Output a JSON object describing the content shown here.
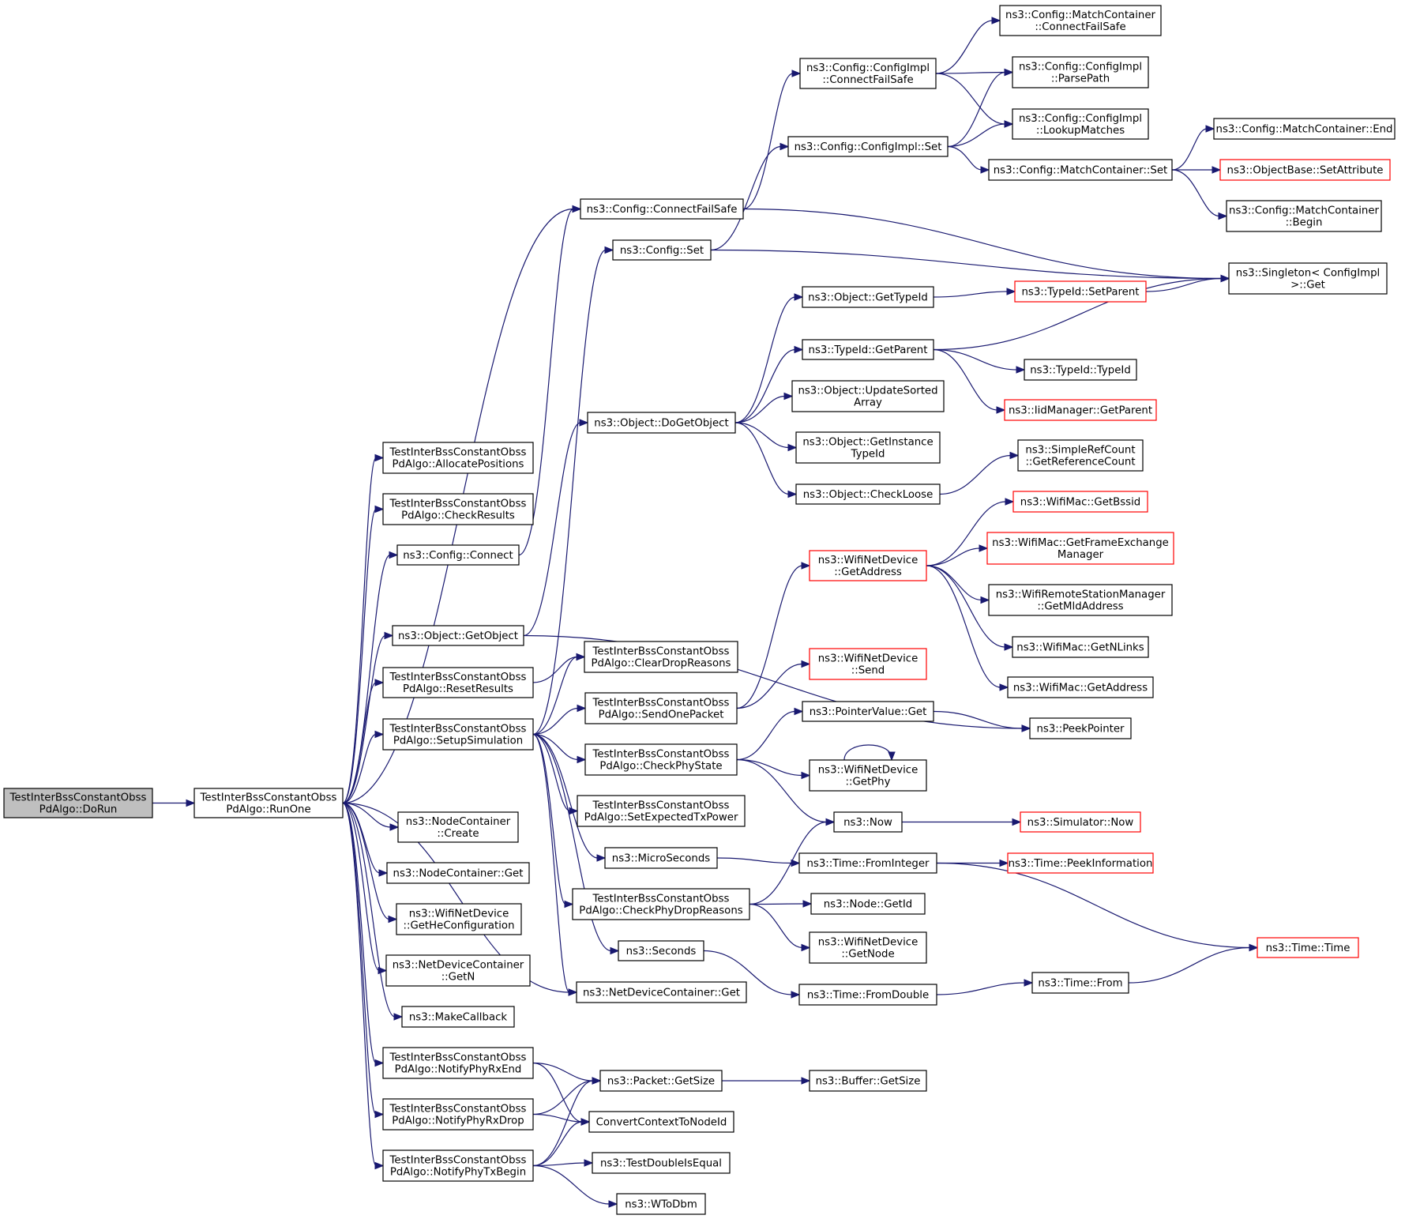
{
  "diagram": {
    "type": "call-graph",
    "colors": {
      "edge": "#191970",
      "node_border": "#000000",
      "truncated_node_border": "#ff0000",
      "root_fill": "#bfbfbf",
      "node_fill": "#ffffff"
    },
    "nodes": [
      {
        "id": "dorun",
        "lines": [
          "TestInterBssConstantObss",
          "PdAlgo::DoRun"
        ],
        "border": "root"
      },
      {
        "id": "runone",
        "lines": [
          "TestInterBssConstantObss",
          "PdAlgo::RunOne"
        ]
      },
      {
        "id": "allocpos",
        "lines": [
          "TestInterBssConstantObss",
          "PdAlgo::AllocatePositions"
        ]
      },
      {
        "id": "checkres",
        "lines": [
          "TestInterBssConstantObss",
          "PdAlgo::CheckResults"
        ]
      },
      {
        "id": "cfgconnect",
        "lines": [
          "ns3::Config::Connect"
        ]
      },
      {
        "id": "getobject",
        "lines": [
          "ns3::Object::GetObject"
        ]
      },
      {
        "id": "resetres",
        "lines": [
          "TestInterBssConstantObss",
          "PdAlgo::ResetResults"
        ]
      },
      {
        "id": "setupsim",
        "lines": [
          "TestInterBssConstantObss",
          "PdAlgo::SetupSimulation"
        ]
      },
      {
        "id": "nccreate",
        "lines": [
          "ns3::NodeContainer",
          "::Create"
        ]
      },
      {
        "id": "ncget",
        "lines": [
          "ns3::NodeContainer::Get"
        ]
      },
      {
        "id": "getheconf",
        "lines": [
          "ns3::WifiNetDevice",
          "::GetHeConfiguration"
        ]
      },
      {
        "id": "ndcgetn",
        "lines": [
          "ns3::NetDeviceContainer",
          "::GetN"
        ]
      },
      {
        "id": "makecb",
        "lines": [
          "ns3::MakeCallback"
        ]
      },
      {
        "id": "notrxend",
        "lines": [
          "TestInterBssConstantObss",
          "PdAlgo::NotifyPhyRxEnd"
        ]
      },
      {
        "id": "notrxdrop",
        "lines": [
          "TestInterBssConstantObss",
          "PdAlgo::NotifyPhyRxDrop"
        ]
      },
      {
        "id": "nottxbegin",
        "lines": [
          "TestInterBssConstantObss",
          "PdAlgo::NotifyPhyTxBegin"
        ]
      },
      {
        "id": "cfgconnfs",
        "lines": [
          "ns3::Config::ConnectFailSafe"
        ]
      },
      {
        "id": "cfgset",
        "lines": [
          "ns3::Config::Set"
        ]
      },
      {
        "id": "dogetobj",
        "lines": [
          "ns3::Object::DoGetObject"
        ]
      },
      {
        "id": "cleardrop",
        "lines": [
          "TestInterBssConstantObss",
          "PdAlgo::ClearDropReasons"
        ]
      },
      {
        "id": "sendone",
        "lines": [
          "TestInterBssConstantObss",
          "PdAlgo::SendOnePacket"
        ]
      },
      {
        "id": "checkphystate",
        "lines": [
          "TestInterBssConstantObss",
          "PdAlgo::CheckPhyState"
        ]
      },
      {
        "id": "setexptx",
        "lines": [
          "TestInterBssConstantObss",
          "PdAlgo::SetExpectedTxPower"
        ]
      },
      {
        "id": "microsec",
        "lines": [
          "ns3::MicroSeconds"
        ]
      },
      {
        "id": "checkdropr",
        "lines": [
          "TestInterBssConstantObss",
          "PdAlgo::CheckPhyDropReasons"
        ]
      },
      {
        "id": "seconds",
        "lines": [
          "ns3::Seconds"
        ]
      },
      {
        "id": "ndcget",
        "lines": [
          "ns3::NetDeviceContainer::Get"
        ]
      },
      {
        "id": "pktgetsize",
        "lines": [
          "ns3::Packet::GetSize"
        ]
      },
      {
        "id": "convctx",
        "lines": [
          "ConvertContextToNodeId"
        ]
      },
      {
        "id": "testdbl",
        "lines": [
          "ns3::TestDoubleIsEqual"
        ]
      },
      {
        "id": "wtodbm",
        "lines": [
          "ns3::WToDbm"
        ]
      },
      {
        "id": "cfgimplconnfs",
        "lines": [
          "ns3::Config::ConfigImpl",
          "::ConnectFailSafe"
        ]
      },
      {
        "id": "cfgimplset",
        "lines": [
          "ns3::Config::ConfigImpl::Set"
        ]
      },
      {
        "id": "objgettid",
        "lines": [
          "ns3::Object::GetTypeId"
        ]
      },
      {
        "id": "tidgetparent",
        "lines": [
          "ns3::TypeId::GetParent"
        ]
      },
      {
        "id": "objupdsorted",
        "lines": [
          "ns3::Object::UpdateSorted",
          "Array"
        ]
      },
      {
        "id": "objgetinst",
        "lines": [
          "ns3::Object::GetInstance",
          "TypeId"
        ]
      },
      {
        "id": "objcheckloose",
        "lines": [
          "ns3::Object::CheckLoose"
        ]
      },
      {
        "id": "wndgetaddr",
        "lines": [
          "ns3::WifiNetDevice",
          "::GetAddress"
        ],
        "border": "red"
      },
      {
        "id": "wndsend",
        "lines": [
          "ns3::WifiNetDevice",
          "::Send"
        ],
        "border": "red"
      },
      {
        "id": "pvget",
        "lines": [
          "ns3::PointerValue::Get"
        ]
      },
      {
        "id": "wndgetphy",
        "lines": [
          "ns3::WifiNetDevice",
          "::GetPhy"
        ]
      },
      {
        "id": "now",
        "lines": [
          "ns3::Now"
        ]
      },
      {
        "id": "timefromint",
        "lines": [
          "ns3::Time::FromInteger"
        ]
      },
      {
        "id": "nodegetid",
        "lines": [
          "ns3::Node::GetId"
        ]
      },
      {
        "id": "wndgetnode",
        "lines": [
          "ns3::WifiNetDevice",
          "::GetNode"
        ]
      },
      {
        "id": "timefromdbl",
        "lines": [
          "ns3::Time::FromDouble"
        ]
      },
      {
        "id": "bufgetsize",
        "lines": [
          "ns3::Buffer::GetSize"
        ]
      },
      {
        "id": "mcconnfs",
        "lines": [
          "ns3::Config::MatchContainer",
          "::ConnectFailSafe"
        ]
      },
      {
        "id": "cfgimplparse",
        "lines": [
          "ns3::Config::ConfigImpl",
          "::ParsePath"
        ]
      },
      {
        "id": "cfgimpllookup",
        "lines": [
          "ns3::Config::ConfigImpl",
          "::LookupMatches"
        ]
      },
      {
        "id": "mcset",
        "lines": [
          "ns3::Config::MatchContainer::Set"
        ]
      },
      {
        "id": "tidsetparent",
        "lines": [
          "ns3::TypeId::SetParent"
        ],
        "border": "red"
      },
      {
        "id": "tidtypeid",
        "lines": [
          "ns3::TypeId::TypeId"
        ]
      },
      {
        "id": "iidgetparent",
        "lines": [
          "ns3::IidManager::GetParent"
        ],
        "border": "red"
      },
      {
        "id": "srcgetref",
        "lines": [
          "ns3::SimpleRefCount",
          "::GetReferenceCount"
        ]
      },
      {
        "id": "macgetbssid",
        "lines": [
          "ns3::WifiMac::GetBssid"
        ],
        "border": "red"
      },
      {
        "id": "macgetfem",
        "lines": [
          "ns3::WifiMac::GetFrameExchange",
          "Manager"
        ],
        "border": "red"
      },
      {
        "id": "rsmgetmld",
        "lines": [
          "ns3::WifiRemoteStationManager",
          "::GetMldAddress"
        ]
      },
      {
        "id": "macgetnlinks",
        "lines": [
          "ns3::WifiMac::GetNLinks"
        ]
      },
      {
        "id": "macgetaddr",
        "lines": [
          "ns3::WifiMac::GetAddress"
        ]
      },
      {
        "id": "peekptr",
        "lines": [
          "ns3::PeekPointer"
        ]
      },
      {
        "id": "simnow",
        "lines": [
          "ns3::Simulator::Now"
        ],
        "border": "red"
      },
      {
        "id": "timepeek",
        "lines": [
          "ns3::Time::PeekInformation"
        ],
        "border": "red"
      },
      {
        "id": "timefrom",
        "lines": [
          "ns3::Time::From"
        ]
      },
      {
        "id": "timetime",
        "lines": [
          "ns3::Time::Time"
        ],
        "border": "red"
      },
      {
        "id": "mcend",
        "lines": [
          "ns3::Config::MatchContainer::End"
        ]
      },
      {
        "id": "obsetattr",
        "lines": [
          "ns3::ObjectBase::SetAttribute"
        ],
        "border": "red"
      },
      {
        "id": "mcbegin",
        "lines": [
          "ns3::Config::MatchContainer",
          "::Begin"
        ]
      },
      {
        "id": "singleton",
        "lines": [
          "ns3::Singleton< ConfigImpl",
          ">::Get"
        ]
      }
    ],
    "edges": [
      [
        "dorun",
        "runone"
      ],
      [
        "runone",
        "allocpos"
      ],
      [
        "runone",
        "checkres"
      ],
      [
        "runone",
        "cfgconnect"
      ],
      [
        "runone",
        "cfgconnfs"
      ],
      [
        "runone",
        "getobject"
      ],
      [
        "runone",
        "resetres"
      ],
      [
        "runone",
        "setupsim"
      ],
      [
        "runone",
        "nccreate"
      ],
      [
        "runone",
        "ncget"
      ],
      [
        "runone",
        "getheconf"
      ],
      [
        "runone",
        "ndcgetn"
      ],
      [
        "runone",
        "makecb"
      ],
      [
        "runone",
        "notrxend"
      ],
      [
        "runone",
        "notrxdrop"
      ],
      [
        "runone",
        "nottxbegin"
      ],
      [
        "runone",
        "ndcget"
      ],
      [
        "cfgconnect",
        "cfgconnfs"
      ],
      [
        "getobject",
        "dogetobj"
      ],
      [
        "getobject",
        "peekptr"
      ],
      [
        "resetres",
        "cleardrop"
      ],
      [
        "setupsim",
        "cleardrop"
      ],
      [
        "setupsim",
        "sendone"
      ],
      [
        "setupsim",
        "checkphystate"
      ],
      [
        "setupsim",
        "setexptx"
      ],
      [
        "setupsim",
        "microsec"
      ],
      [
        "setupsim",
        "checkdropr"
      ],
      [
        "setupsim",
        "seconds"
      ],
      [
        "setupsim",
        "ndcget"
      ],
      [
        "setupsim",
        "cfgset"
      ],
      [
        "notrxend",
        "pktgetsize"
      ],
      [
        "notrxend",
        "convctx"
      ],
      [
        "notrxdrop",
        "pktgetsize"
      ],
      [
        "notrxdrop",
        "convctx"
      ],
      [
        "nottxbegin",
        "pktgetsize"
      ],
      [
        "nottxbegin",
        "convctx"
      ],
      [
        "nottxbegin",
        "testdbl"
      ],
      [
        "nottxbegin",
        "wtodbm"
      ],
      [
        "cfgconnfs",
        "cfgimplconnfs"
      ],
      [
        "cfgconnfs",
        "singleton"
      ],
      [
        "cfgset",
        "cfgimplset"
      ],
      [
        "cfgset",
        "singleton"
      ],
      [
        "dogetobj",
        "objgettid"
      ],
      [
        "dogetobj",
        "tidgetparent"
      ],
      [
        "dogetobj",
        "objupdsorted"
      ],
      [
        "dogetobj",
        "objgetinst"
      ],
      [
        "dogetobj",
        "objcheckloose"
      ],
      [
        "sendone",
        "wndgetaddr"
      ],
      [
        "sendone",
        "wndsend"
      ],
      [
        "checkphystate",
        "pvget"
      ],
      [
        "checkphystate",
        "wndgetphy"
      ],
      [
        "checkphystate",
        "now"
      ],
      [
        "microsec",
        "timefromint"
      ],
      [
        "checkdropr",
        "now"
      ],
      [
        "checkdropr",
        "nodegetid"
      ],
      [
        "checkdropr",
        "wndgetnode"
      ],
      [
        "seconds",
        "timefromdbl"
      ],
      [
        "pktgetsize",
        "bufgetsize"
      ],
      [
        "cfgimplconnfs",
        "mcconnfs"
      ],
      [
        "cfgimplconnfs",
        "cfgimplparse"
      ],
      [
        "cfgimplconnfs",
        "cfgimpllookup"
      ],
      [
        "cfgimplset",
        "cfgimplparse"
      ],
      [
        "cfgimplset",
        "cfgimpllookup"
      ],
      [
        "cfgimplset",
        "mcset"
      ],
      [
        "objgettid",
        "tidsetparent"
      ],
      [
        "tidgetparent",
        "tidtypeid"
      ],
      [
        "tidgetparent",
        "iidgetparent"
      ],
      [
        "tidgetparent",
        "singleton"
      ],
      [
        "objcheckloose",
        "srcgetref"
      ],
      [
        "wndgetaddr",
        "macgetbssid"
      ],
      [
        "wndgetaddr",
        "macgetfem"
      ],
      [
        "wndgetaddr",
        "rsmgetmld"
      ],
      [
        "wndgetaddr",
        "macgetnlinks"
      ],
      [
        "wndgetaddr",
        "macgetaddr"
      ],
      [
        "pvget",
        "peekptr"
      ],
      [
        "wndgetphy",
        "wndgetphy"
      ],
      [
        "now",
        "simnow"
      ],
      [
        "timefromint",
        "timepeek"
      ],
      [
        "timefromint",
        "timetime"
      ],
      [
        "timefromdbl",
        "timefrom"
      ],
      [
        "mcset",
        "mcend"
      ],
      [
        "mcset",
        "obsetattr"
      ],
      [
        "mcset",
        "mcbegin"
      ],
      [
        "tidsetparent",
        "singleton"
      ],
      [
        "timefrom",
        "timetime"
      ]
    ]
  }
}
